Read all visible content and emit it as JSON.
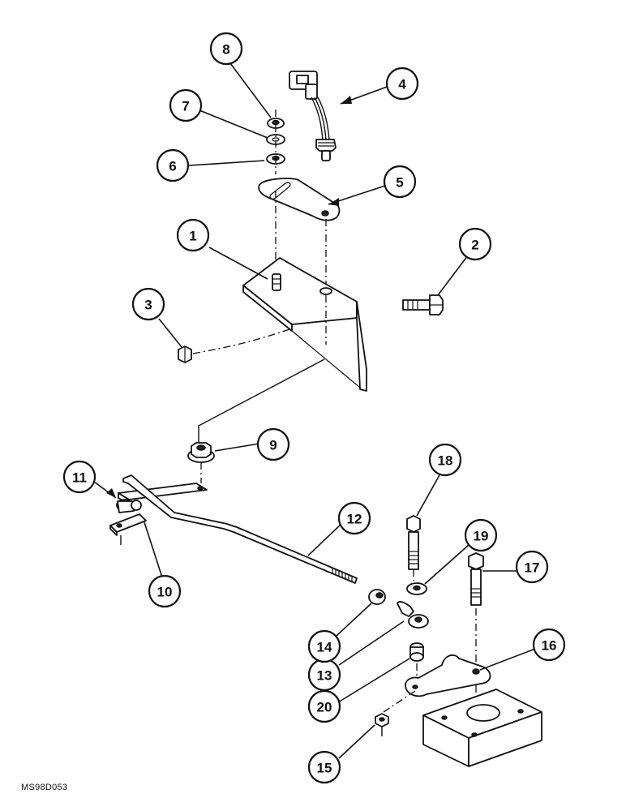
{
  "figure_code": "MS98D053",
  "callouts": [
    {
      "id": "1",
      "label": "1"
    },
    {
      "id": "2",
      "label": "2"
    },
    {
      "id": "3",
      "label": "3"
    },
    {
      "id": "4",
      "label": "4"
    },
    {
      "id": "5",
      "label": "5"
    },
    {
      "id": "6",
      "label": "6"
    },
    {
      "id": "7",
      "label": "7"
    },
    {
      "id": "8",
      "label": "8"
    },
    {
      "id": "9",
      "label": "9"
    },
    {
      "id": "10",
      "label": "10"
    },
    {
      "id": "11",
      "label": "11"
    },
    {
      "id": "12",
      "label": "12"
    },
    {
      "id": "13",
      "label": "13"
    },
    {
      "id": "14",
      "label": "14"
    },
    {
      "id": "15",
      "label": "15"
    },
    {
      "id": "16",
      "label": "16"
    },
    {
      "id": "17",
      "label": "17"
    },
    {
      "id": "18",
      "label": "18"
    },
    {
      "id": "19",
      "label": "19"
    },
    {
      "id": "20",
      "label": "20"
    }
  ]
}
